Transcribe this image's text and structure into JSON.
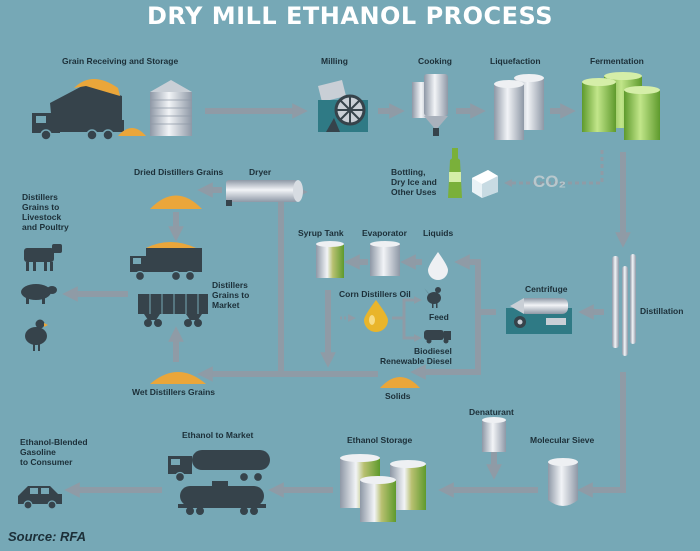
{
  "title": "DRY MILL ETHANOL PROCESS",
  "source": "Source: RFA",
  "labels": {
    "grain_receiving": "Grain Receiving and Storage",
    "milling": "Milling",
    "cooking": "Cooking",
    "liquefaction": "Liquefaction",
    "fermentation": "Fermentation",
    "bottling": "Bottling,\nDry Ice and\nOther Uses",
    "co2": "CO₂",
    "dried_distillers_grains": "Dried Distillers Grains",
    "dryer": "Dryer",
    "distillers_grains_livestock": "Distillers\nGrains to\nLivestock\nand Poultry",
    "syrup_tank": "Syrup Tank",
    "evaporator": "Evaporator",
    "liquids": "Liquids",
    "distillers_grains_market": "Distillers\nGrains to\nMarket",
    "corn_distillers_oil": "Corn Distillers Oil",
    "feed": "Feed",
    "centrifuge": "Centrifuge",
    "distillation": "Distillation",
    "biodiesel": "Biodiesel\nRenewable Diesel",
    "wet_distillers_grains": "Wet Distillers Grains",
    "solids": "Solids",
    "denaturant": "Denaturant",
    "ethanol_blended": "Ethanol-Blended\nGasoline\nto Consumer",
    "ethanol_to_market": "Ethanol to Market",
    "ethanol_storage": "Ethanol Storage",
    "molecular_sieve": "Molecular Sieve"
  },
  "colors": {
    "background": "#76a8b6",
    "arrow": "#8f9ba6",
    "dark": "#36434b",
    "grain": "#eaa63a",
    "green": "#8fc43f",
    "silver": "#c9cfd6",
    "title": "#ffffff"
  }
}
